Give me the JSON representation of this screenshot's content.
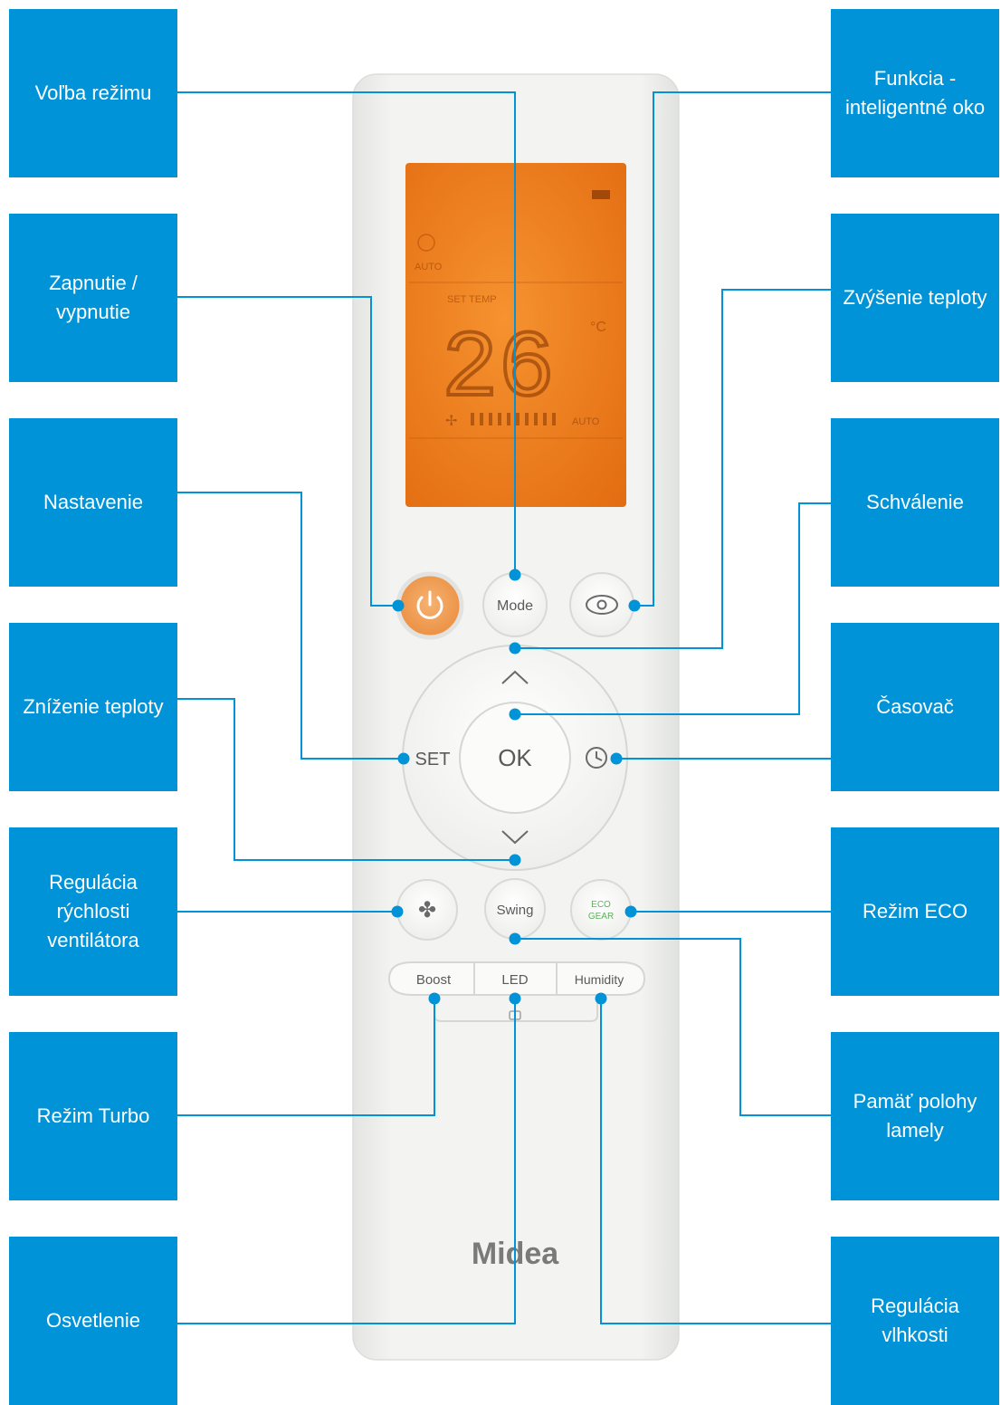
{
  "callouts": {
    "mode": "Voľba režimu",
    "power": "Zapnutie / vypnutie",
    "set": "Nastavenie",
    "temp_down": "Zníženie teploty",
    "fan_speed": "Regulácia rýchlosti ventilátora",
    "turbo": "Režim Turbo",
    "light": "Osvetlenie",
    "smart_eye": "Funkcia - inteligentné oko",
    "temp_up": "Zvýšenie teploty",
    "confirm": "Schválenie",
    "timer": "Časovač",
    "eco": "Režim ECO",
    "louver_memory": "Pamäť polohy lamely",
    "humidity": "Regulácia vlhkosti"
  },
  "remote": {
    "display": {
      "mode_text": "AUTO",
      "set_temp_label": "SET TEMP",
      "temperature": "26",
      "unit": "°C",
      "fan_text": "AUTO"
    },
    "buttons": {
      "mode": "Mode",
      "set": "SET",
      "ok": "OK",
      "swing": "Swing",
      "eco_line1": "ECO",
      "eco_line2": "GEAR",
      "boost": "Boost",
      "led": "LED",
      "humidity": "Humidity"
    },
    "brand": "Midea"
  },
  "colors": {
    "callout_bg": "#0093d7",
    "leader_line": "#0093d7",
    "lcd": "#f07e1e",
    "power_button": "#f0a058",
    "remote_body": "#f1f2f0"
  }
}
